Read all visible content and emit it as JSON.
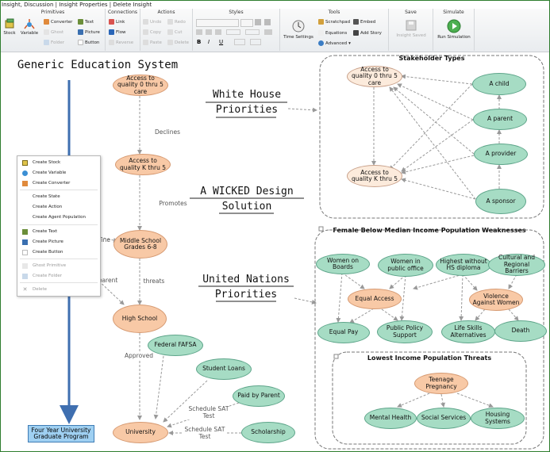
{
  "title_bar": "Insight, Discussion | Insight Properties | Delete Insight",
  "ribbon": {
    "groups": {
      "primitives": "Primitives",
      "connections": "Connections",
      "actions": "Actions",
      "styles": "Styles",
      "tools": "Tools",
      "save": "Save",
      "simulate": "Simulate"
    },
    "buttons": {
      "stock": "Stock",
      "variable": "Variable",
      "converter": "Converter",
      "ghost": "Ghost",
      "folder": "Folder",
      "text": "Text",
      "picture": "Picture",
      "button": "Button",
      "link": "Link",
      "flow": "Flow",
      "reverse": "Reverse",
      "undo": "Undo",
      "redo": "Redo",
      "copy": "Copy",
      "cut": "Cut",
      "paste": "Paste",
      "delete": "Delete",
      "time_settings": "Time Settings",
      "scratchpad": "Scratchpad",
      "embed": "Embed",
      "equations": "Equations",
      "add_story": "Add Story",
      "advanced": "Advanced",
      "insight_saved": "Insight Saved",
      "run_simulation": "Run Simulation"
    },
    "style_bold": "B",
    "style_italic": "I",
    "style_underline": "U"
  },
  "diagram": {
    "main_title": "Generic Education System",
    "stock": "Four Year University Graduate Program",
    "nodes": {
      "aq05": "Access to quality 0 thru 5 care",
      "aqk5": "Access to quality K thru 5",
      "middle": "Middle School Grades 6-8",
      "high": "High School",
      "university": "University",
      "fafsa": "Federal FAFSA",
      "loans": "Student Loans",
      "parent_paid": "Paid by Parent",
      "scholarship": "Scholarship"
    },
    "edge_labels": {
      "declines1": "Declines",
      "promotes": "Promotes",
      "decline2": "Decline",
      "parent": "parent",
      "threats": "threats",
      "approved": "Approved",
      "sat1": "Schedule SAT Test",
      "sat2": "Schedule SAT Test"
    },
    "free_text": {
      "white_house": "White House Priorities",
      "wicked": "A WICKED Design Solution",
      "un": "United Nations Priorities"
    },
    "stakeholders": {
      "title": "Stakeholder Types",
      "aq05": "Access to quality 0 thru 5 care",
      "aqk5": "Access to quality K thru 5",
      "child": "A child",
      "parent": "A parent",
      "provider": "A provider",
      "sponsor": "A sponsor"
    },
    "female": {
      "title": "Female Below Median Income Population Weaknesses",
      "women_boards": "Women on Boards",
      "women_public": "Women in public office",
      "highest_hs": "Highest without HS diploma",
      "cultural": "Cultural and Regional Barriers",
      "equal_access": "Equal Access",
      "violence": "Violence Against Women",
      "equal_pay": "Equal Pay",
      "public_policy": "Public Policy Support",
      "life_skills": "Life Skills Alternatives",
      "death": "Death"
    },
    "lowest": {
      "title": "Lowest Income Population Threats",
      "teen": "Teenage Pregnancy",
      "mental": "Mental Health",
      "social": "Social Services",
      "housing": "Housing Systems"
    }
  },
  "context_menu": {
    "items": [
      "Create Stock",
      "Create Variable",
      "Create Converter",
      "Create State",
      "Create Action",
      "Create Agent Population",
      "Create Text",
      "Create Picture",
      "Create Button",
      "Ghost Primitive",
      "Create Folder",
      "Delete"
    ]
  },
  "colors": {
    "green_node": "#a6dcc4",
    "orange_node": "#f8c9a6",
    "pale_node": "#fcebdc",
    "stock": "#9fd0f2",
    "flow_arrow": "#3f6fb0",
    "frame": "#2e7d2e"
  }
}
